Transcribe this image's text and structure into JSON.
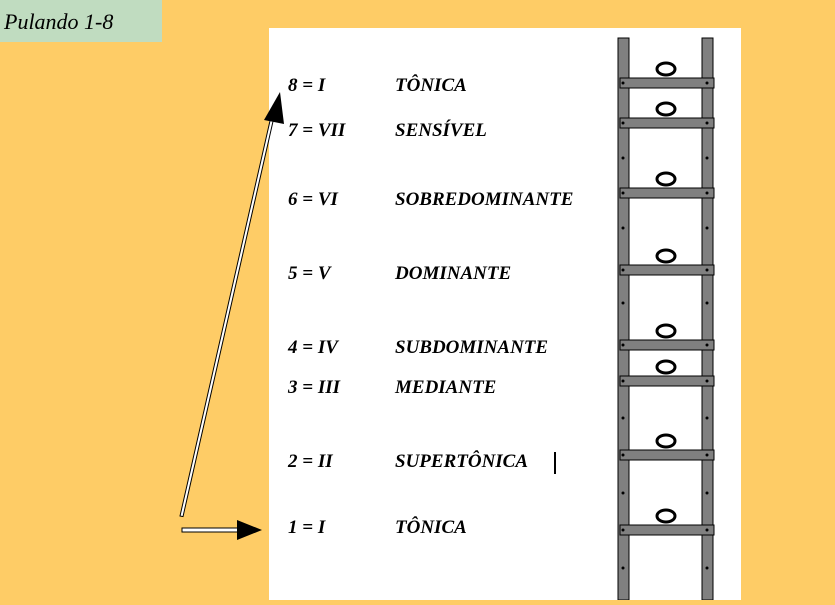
{
  "title": "Pulando 1-8",
  "degrees": [
    {
      "number": "8 = I",
      "name": "TÔNICA"
    },
    {
      "number": "7 = VII",
      "name": "SENSÍVEL"
    },
    {
      "number": "6 = VI",
      "name": "SOBREDOMINANTE"
    },
    {
      "number": "5 = V",
      "name": "DOMINANTE"
    },
    {
      "number": "4 = IV",
      "name": "SUBDOMINANTE"
    },
    {
      "number": "3 = III",
      "name": "MEDIANTE"
    },
    {
      "number": "2 = II",
      "name": "SUPERTÔNICA"
    },
    {
      "number": "1 = I",
      "name": "TÔNICA"
    }
  ],
  "colors": {
    "background": "#FECC66",
    "title_box": "#C0DCC0",
    "panel": "#FFFFFF",
    "ladder": "#808080",
    "ink": "#000000"
  },
  "icons": [
    "ladder-icon",
    "ladder-rung-marker-icon",
    "jump-arrow-icon",
    "pointer-arrow-icon"
  ]
}
